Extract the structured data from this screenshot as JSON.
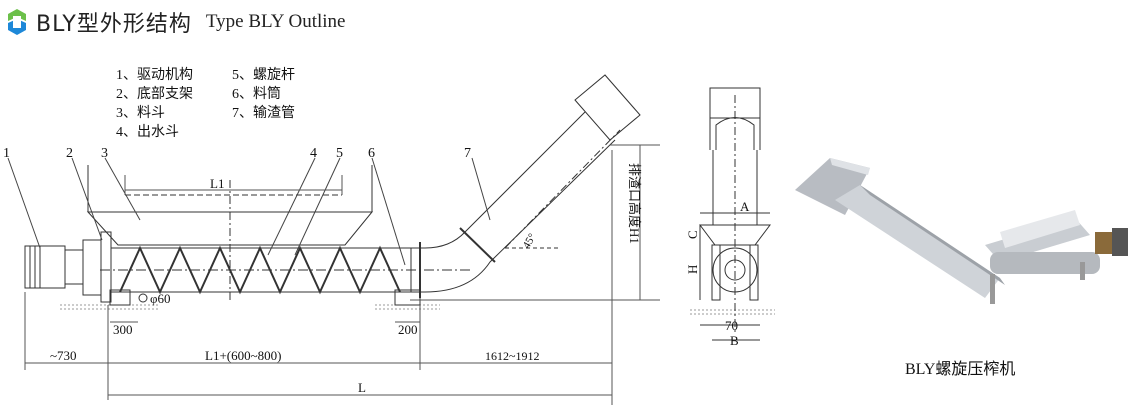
{
  "header": {
    "title": "BLY型外形结构",
    "subtitle": "Type BLY Outline"
  },
  "legend": {
    "items": [
      "1、驱动机构",
      "2、底部支架",
      "3、料斗",
      "4、出水斗",
      "5、螺旋杆",
      "6、料筒",
      "7、输渣管"
    ]
  },
  "parts": [
    "1",
    "2",
    "3",
    "4",
    "5",
    "6",
    "7"
  ],
  "dimensions": {
    "l1": "L1",
    "phi": "φ60",
    "d300": "300",
    "d200": "200",
    "d730": "~730",
    "l1_plus": "L1+(600~800)",
    "d1612": "1612~1912",
    "l": "L",
    "angle": "45°",
    "h1": "排渣口高度H1"
  },
  "side_view": {
    "a": "A",
    "c": "C",
    "h": "H",
    "d70": "70",
    "b": "B"
  },
  "photo": {
    "caption": "BLY螺旋压榨机"
  },
  "colors": {
    "logo_blue": "#1e88d8",
    "logo_green": "#6cc04a",
    "line": "#333333"
  }
}
